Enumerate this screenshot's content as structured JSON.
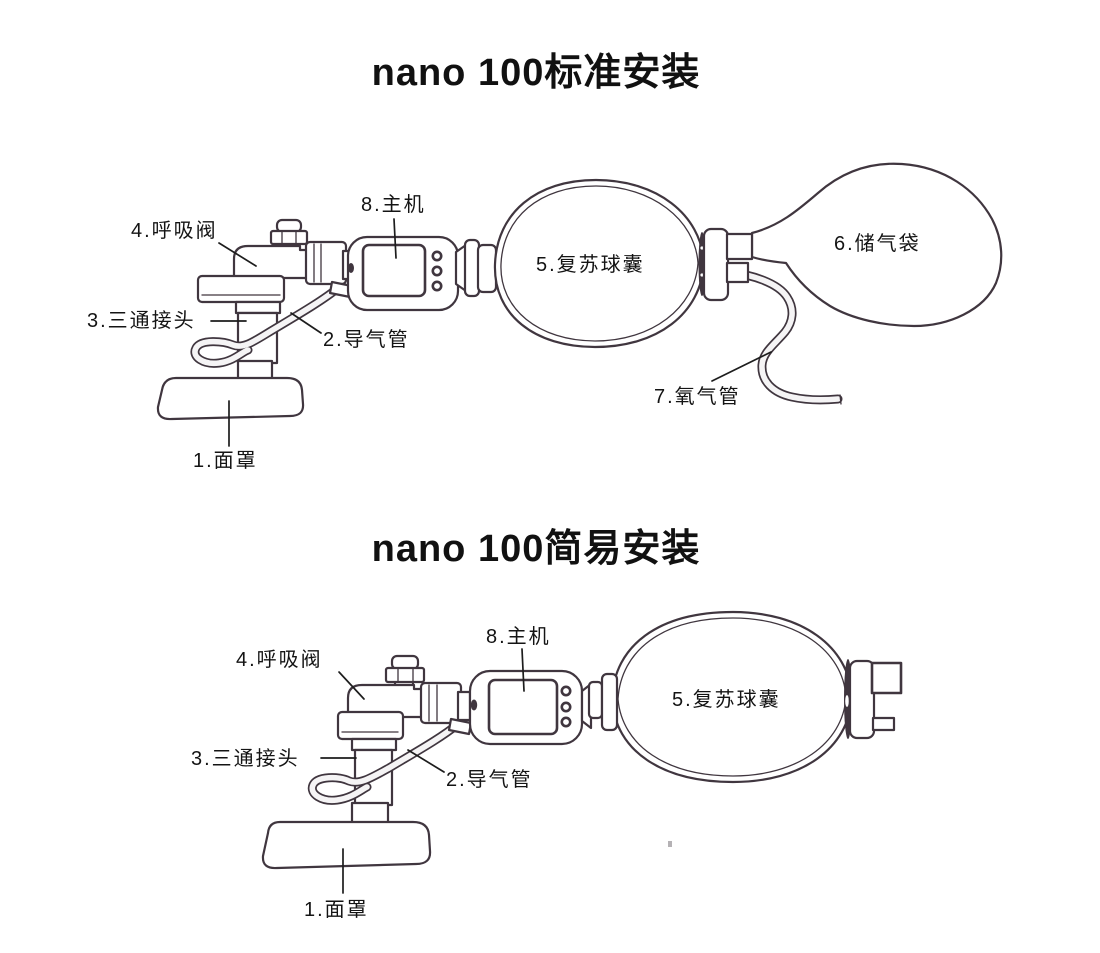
{
  "diagram": {
    "background_color": "#ffffff",
    "line_color": "#40363f",
    "text_color": "#141414"
  },
  "sections": [
    {
      "title": "nano 100标准安装",
      "labels": {
        "mask": "1.面罩",
        "air_tube": "2.导气管",
        "three_way_connector": "3.三通接头",
        "breathing_valve": "4.呼吸阀",
        "resuscitation_bag": "5.复苏球囊",
        "reservoir_bag": "6.储气袋",
        "oxygen_tube": "7.氧气管",
        "main_unit": "8.主机"
      }
    },
    {
      "title": "nano 100简易安装",
      "labels": {
        "mask": "1.面罩",
        "air_tube": "2.导气管",
        "three_way_connector": "3.三通接头",
        "breathing_valve": "4.呼吸阀",
        "resuscitation_bag": "5.复苏球囊",
        "main_unit": "8.主机"
      }
    }
  ]
}
